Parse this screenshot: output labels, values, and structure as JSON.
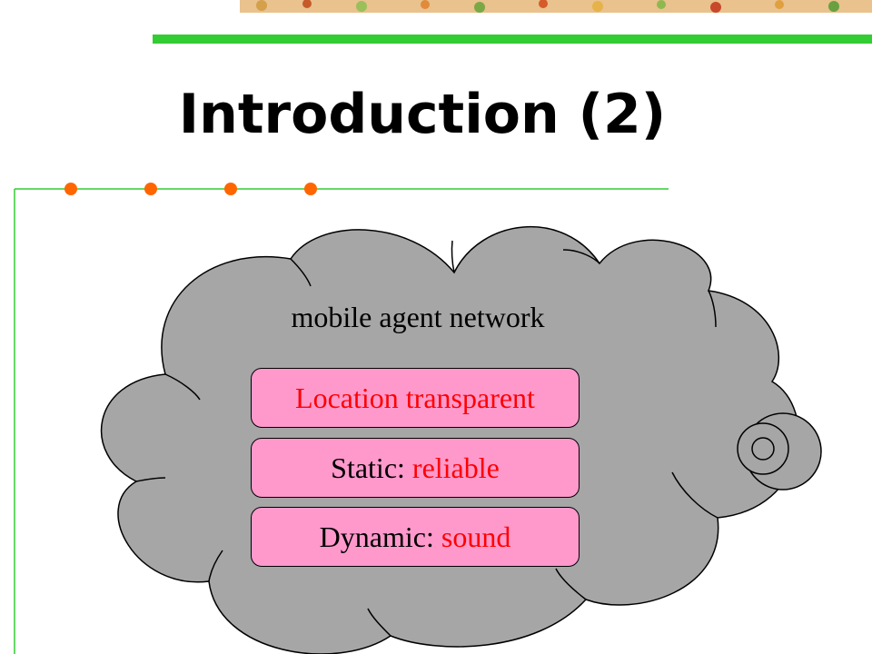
{
  "slide": {
    "title": "Introduction (2)"
  },
  "diagram": {
    "cloud_label": "mobile agent network",
    "properties": [
      {
        "text": "Location transparent"
      },
      {
        "label": "Static:",
        "value": "reliable"
      },
      {
        "label": "Dynamic:",
        "value": "sound"
      }
    ]
  },
  "colors": {
    "cloud_fill": "#a6a6a6",
    "box_fill": "#ff99cc",
    "accent_red": "#ff0000",
    "frame_green": "#33cc33",
    "bullet_orange": "#ff6600"
  }
}
